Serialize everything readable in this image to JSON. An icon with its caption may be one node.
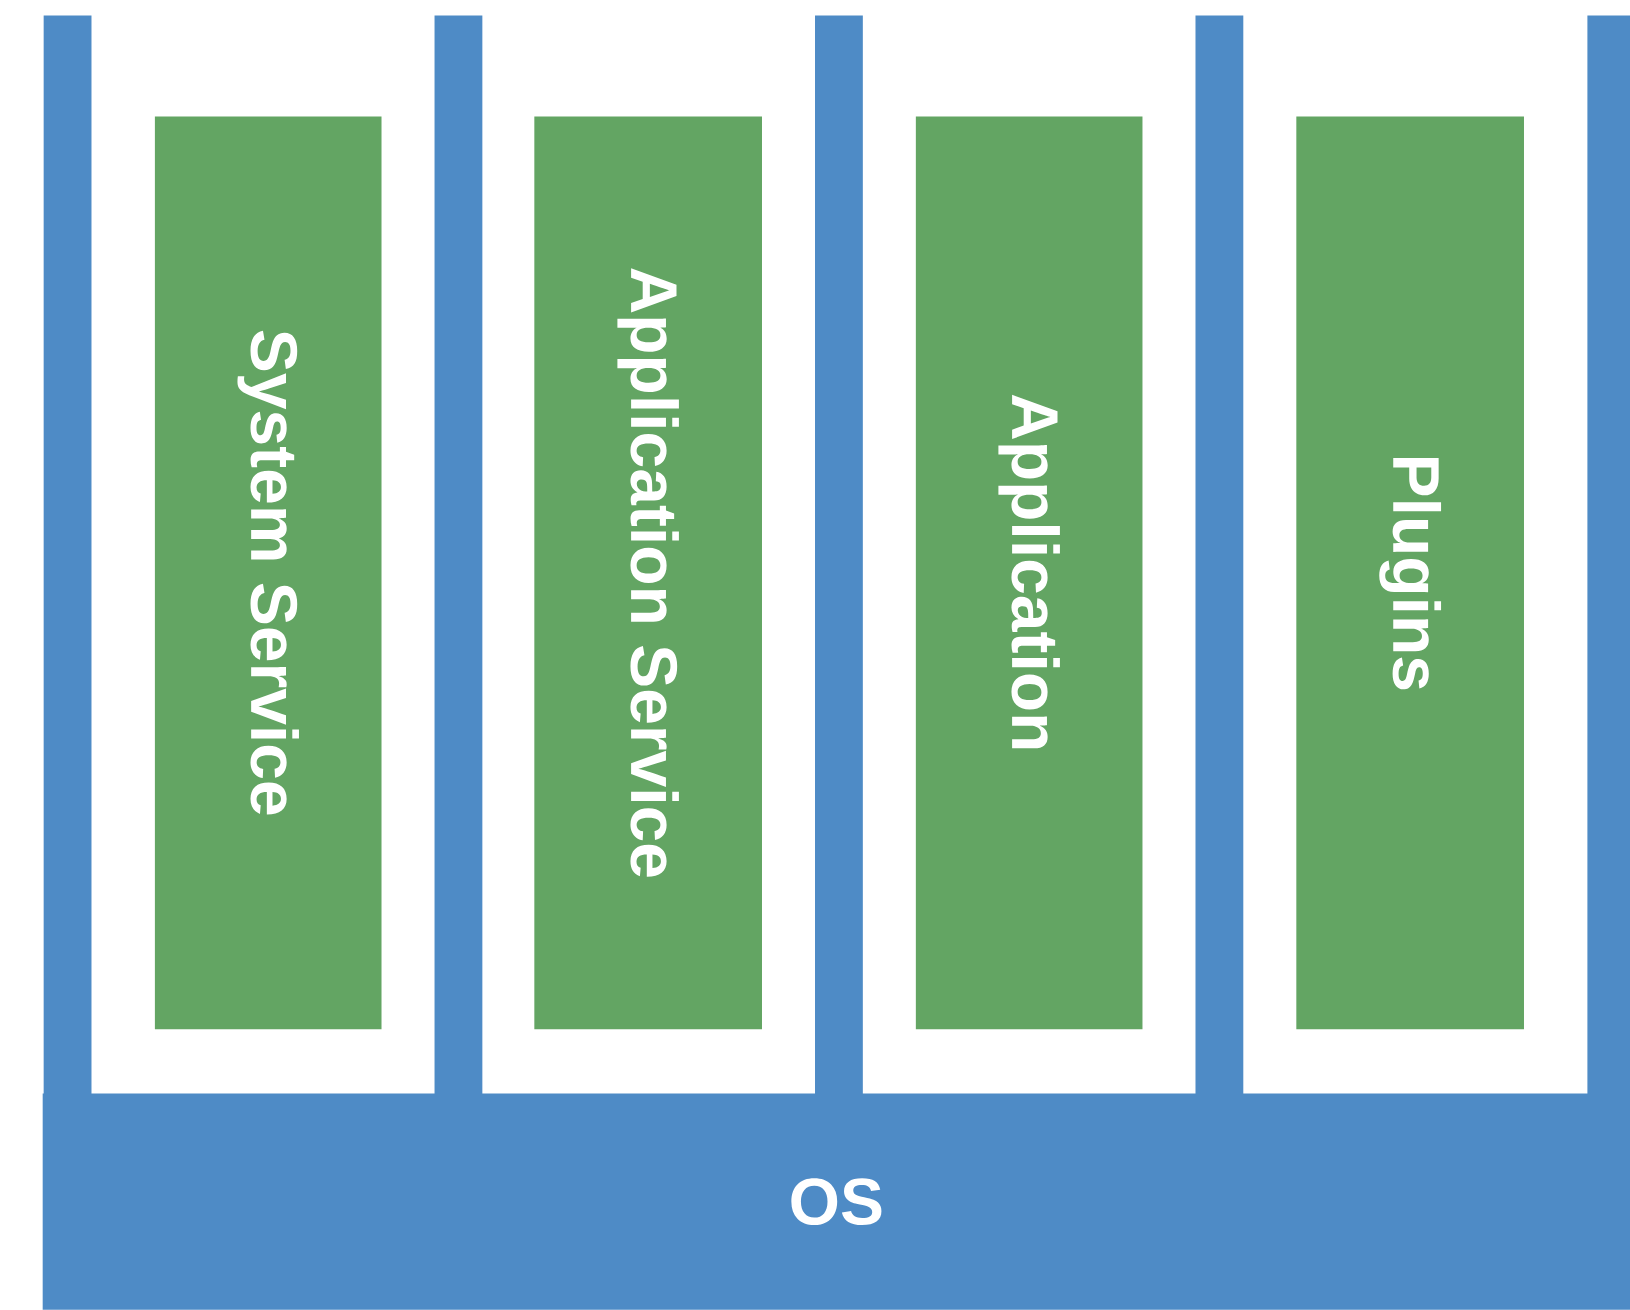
{
  "diagram": {
    "nodes": [
      {
        "text": [
          "OS"
        ]
      },
      {
        "text": [
          "System Service"
        ]
      },
      {
        "text": [
          "Application Service"
        ]
      },
      {
        "text": [
          "Application"
        ]
      },
      {
        "text": [
          "Plugins"
        ]
      },
      {
        "text": [],
        "shape": "bar"
      },
      {
        "text": [],
        "shape": "bar"
      },
      {
        "text": [],
        "shape": "bar"
      },
      {
        "text": [],
        "shape": "bar"
      },
      {
        "text": [],
        "shape": "bar"
      }
    ]
  }
}
